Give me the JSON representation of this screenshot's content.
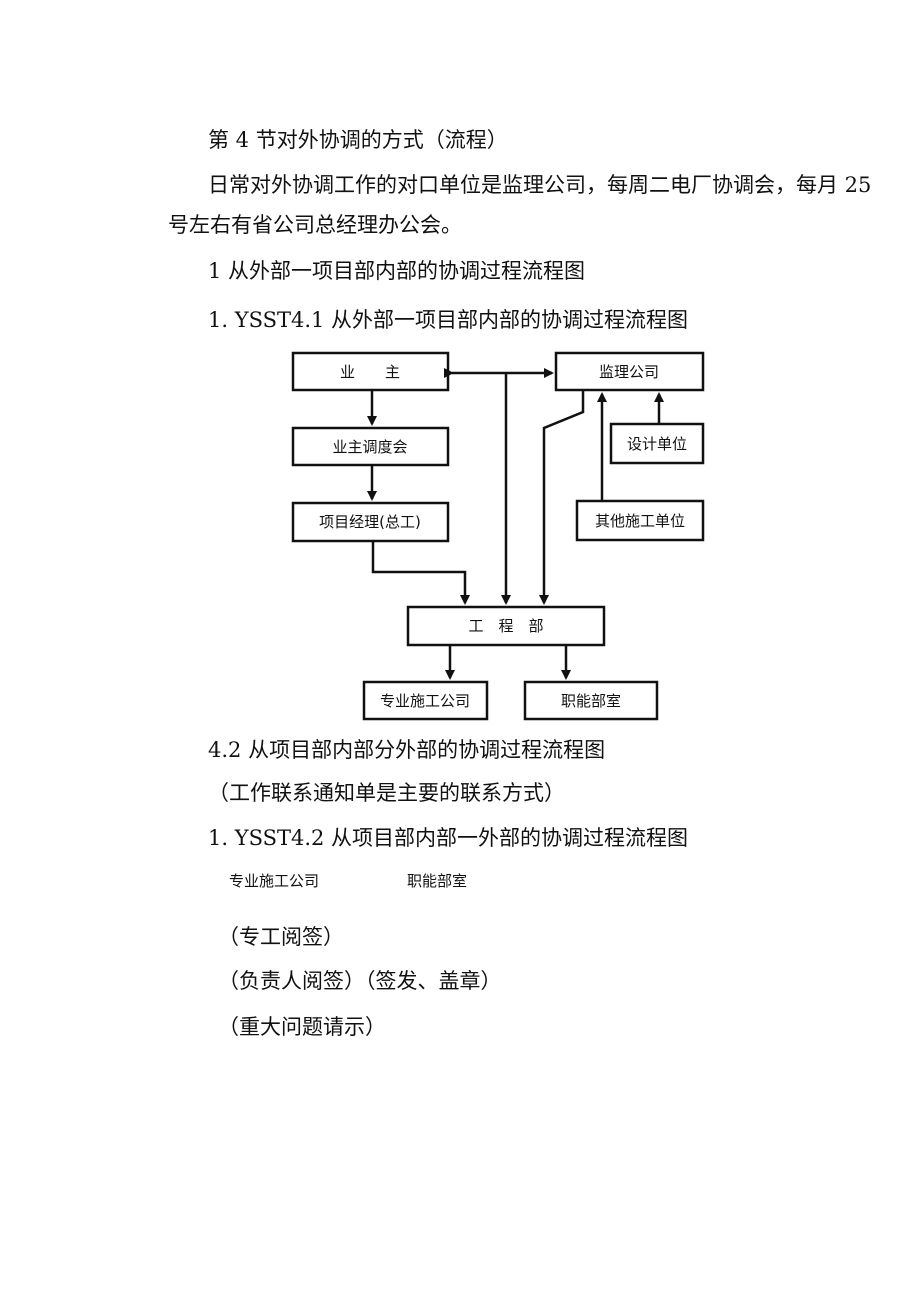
{
  "section_title": "第 4 节对外协调的方式（流程）",
  "intro_line1": "日常对外协调工作的对口单位是监理公司，每周二电厂协调会，每月 25",
  "intro_line2": "号左右有省公司总经理办公会。",
  "heading_1": "1 从外部一项目部内部的协调过程流程图",
  "figure_1_caption": "1. YSST4.1 从外部一项目部内部的协调过程流程图",
  "flowchart": {
    "owner": "业　　主",
    "supervisor": "监理公司",
    "owner_meeting": "业主调度会",
    "design_unit": "设计单位",
    "project_manager": "项目经理(总工)",
    "other_contractors": "其他施工单位",
    "engineering_dept": "工　程　部",
    "specialty_company": "专业施工公司",
    "functional_dept": "职能部室"
  },
  "heading_2": "4.2 从项目部内部分外部的协调过程流程图",
  "note_2": "（工作联系通知单是主要的联系方式）",
  "figure_2_caption": "1. YSST4.2 从项目部内部一外部的协调过程流程图",
  "figure_2": {
    "specialty_company": "专业施工公司",
    "functional_dept": "职能部室"
  },
  "step_1": "（专工阅签）",
  "step_2": "（负责人阅签）（签发、盖章）",
  "step_3": "（重大问题请示）"
}
